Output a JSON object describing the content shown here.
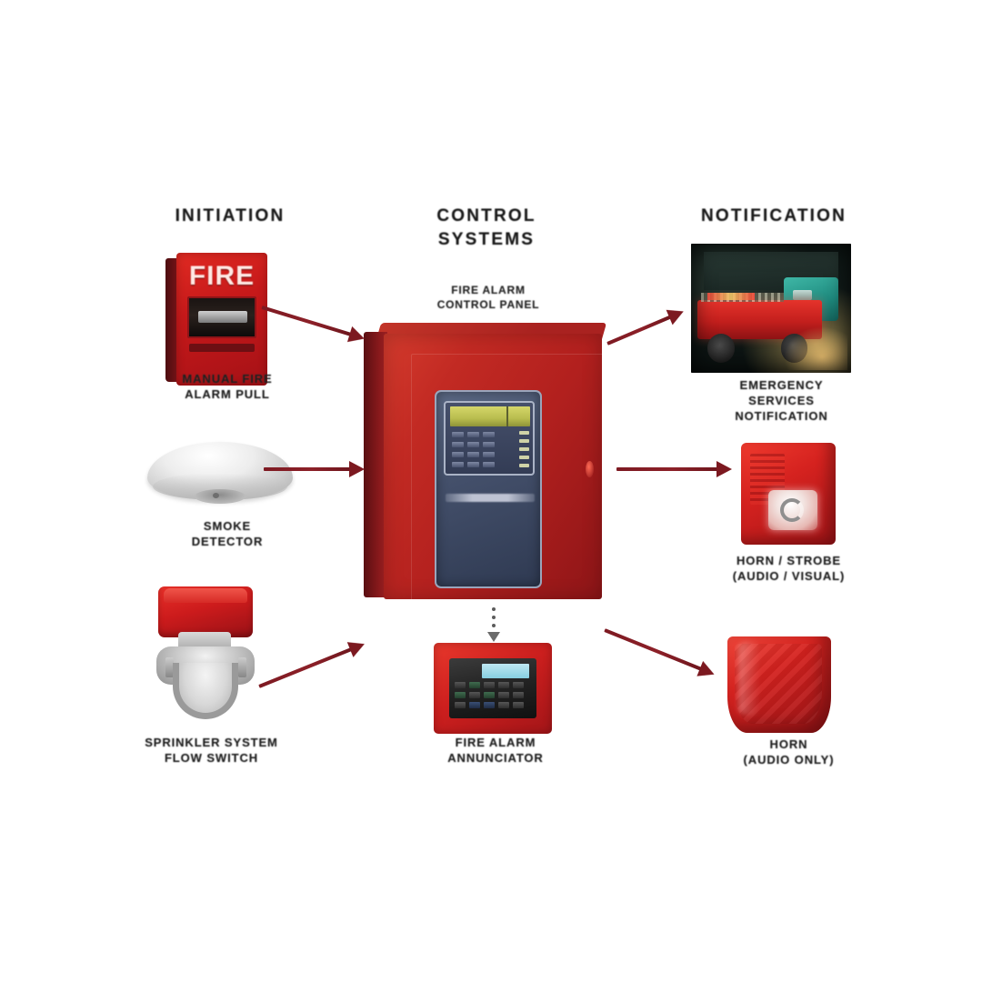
{
  "diagram": {
    "title": "Fire Alarm System Block Diagram",
    "background_color": "#ffffff",
    "accent_red": "#c2201e",
    "arrow_color": "#7c1920",
    "text_color": "#1b1b1b"
  },
  "columns": {
    "initiation": {
      "header": "INITIATION"
    },
    "control": {
      "header": "CONTROL\nSYSTEMS"
    },
    "notification": {
      "header": "NOTIFICATION"
    }
  },
  "nodes": {
    "pull_station": {
      "label": "MANUAL FIRE\nALARM PULL",
      "device_text": "FIRE"
    },
    "smoke_detector": {
      "label": "SMOKE\nDETECTOR"
    },
    "flow_switch": {
      "label": "SPRINKLER SYSTEM\nFLOW SWITCH"
    },
    "facp": {
      "label": "FIRE ALARM\nCONTROL PANEL"
    },
    "annunciator": {
      "label": "FIRE ALARM\nANNUNCIATOR"
    },
    "emergency_services": {
      "label": "EMERGENCY\nSERVICES\nNOTIFICATION"
    },
    "horn_strobe": {
      "label": "HORN / STROBE\n(AUDIO / VISUAL)"
    },
    "horn_audio": {
      "label": "HORN\n(AUDIO ONLY)"
    }
  },
  "connections": [
    {
      "from": "pull_station",
      "to": "facp",
      "style": "solid-arrow"
    },
    {
      "from": "smoke_detector",
      "to": "facp",
      "style": "solid-arrow"
    },
    {
      "from": "flow_switch",
      "to": "facp",
      "style": "solid-arrow"
    },
    {
      "from": "facp",
      "to": "emergency_services",
      "style": "solid-arrow"
    },
    {
      "from": "facp",
      "to": "horn_strobe",
      "style": "solid-arrow"
    },
    {
      "from": "facp",
      "to": "horn_audio",
      "style": "solid-arrow"
    },
    {
      "from": "facp",
      "to": "annunciator",
      "style": "dotted-arrow"
    }
  ]
}
